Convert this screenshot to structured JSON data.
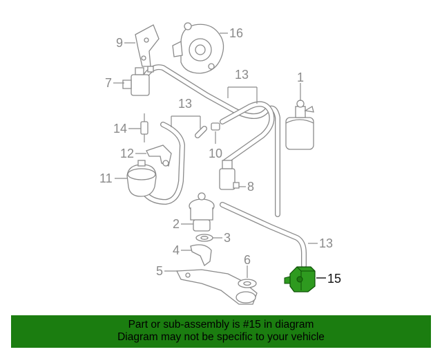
{
  "diagram": {
    "callouts": {
      "c1": "1",
      "c2": "2",
      "c3": "3",
      "c4": "4",
      "c5": "5",
      "c6": "6",
      "c7": "7",
      "c8": "8",
      "c9": "9",
      "c10": "10",
      "c11": "11",
      "c12": "12",
      "c13a": "13",
      "c13b": "13",
      "c13c": "13",
      "c14": "14",
      "c15": "15",
      "c16": "16"
    },
    "highlighted_part": "15",
    "highlight_color": "#2e9a1f",
    "line_color": "#8a8a8a"
  },
  "banner": {
    "line1": "Part or sub-assembly is #15 in diagram",
    "line2": "Diagram may not be specific to your vehicle",
    "background": "#1b7d10"
  }
}
